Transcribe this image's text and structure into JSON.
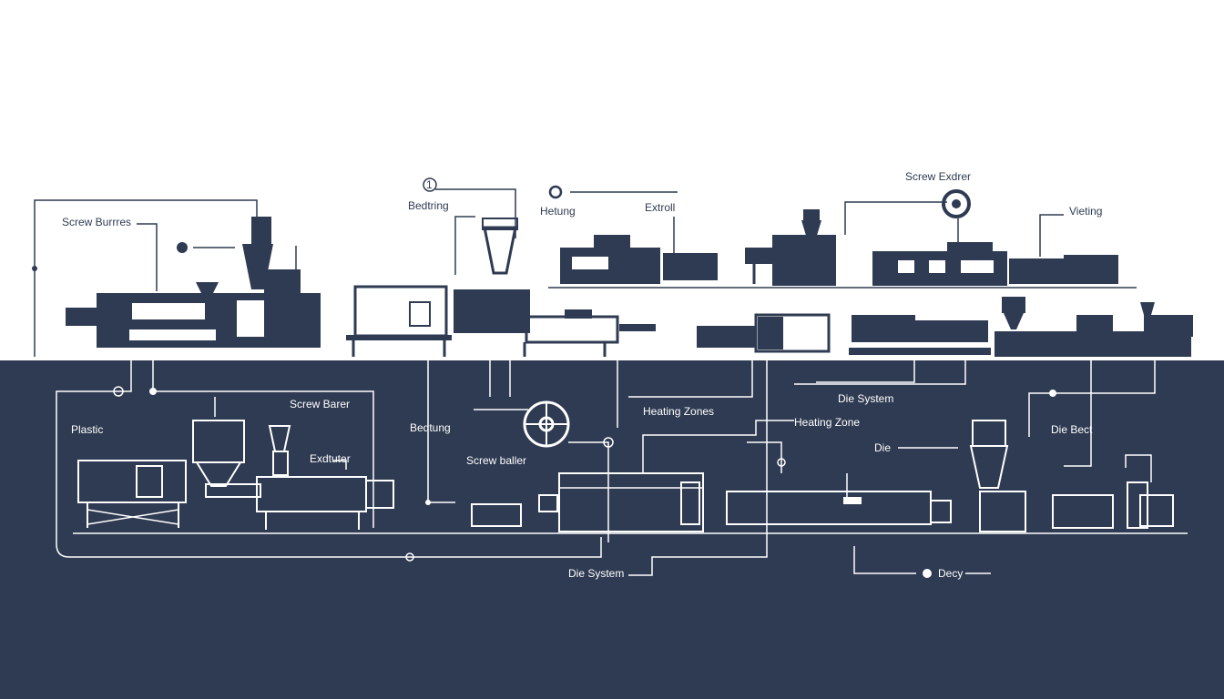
{
  "colors": {
    "navy": "#2f3b52",
    "white": "#ffffff"
  },
  "labels": {
    "screw_burrres": "Screw Burrres",
    "badge_1": "1",
    "bedtring": "Bedtring",
    "hetung": "Hetung",
    "extroll": "Extroll",
    "screw_exdrer": "Screw Exdrer",
    "vieting": "Vieting",
    "plastic": "Plastic",
    "screw_barer": "Screw Barer",
    "bedtung": "Bedtung",
    "heating_zones": "Heating Zones",
    "heating_zone": "Heating Zone",
    "die_system_right": "Die System",
    "die_bect": "Die Bect",
    "screw_baller": "Screw baller",
    "extruder": "Exdtuter",
    "die": "Die",
    "die_system_bottom": "Die System",
    "decy": "Decy"
  }
}
